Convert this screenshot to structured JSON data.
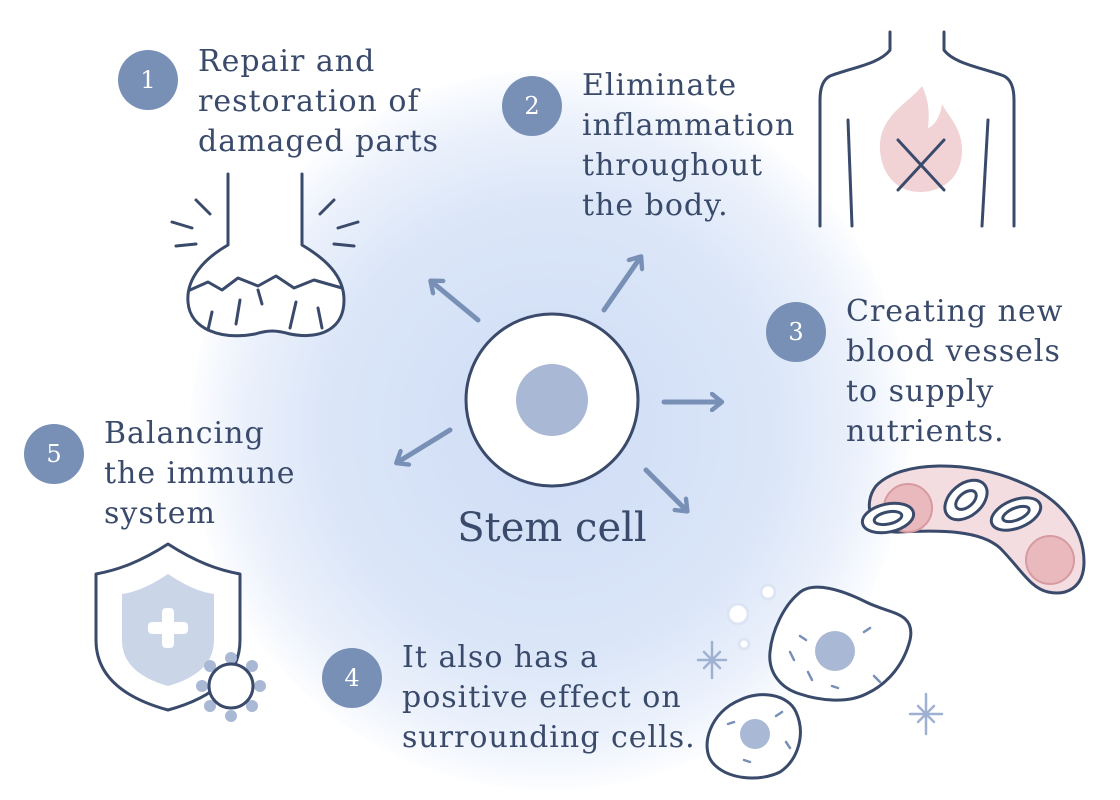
{
  "center": {
    "label": "Stem cell"
  },
  "effects": [
    {
      "number": "1",
      "lines": [
        "Repair and",
        "restoration of",
        "damaged parts"
      ],
      "icon": "damaged-bone-icon"
    },
    {
      "number": "2",
      "lines": [
        "Eliminate",
        "inflammation",
        "throughout",
        "the body."
      ],
      "icon": "torso-inflammation-icon"
    },
    {
      "number": "3",
      "lines": [
        "Creating new",
        "blood vessels",
        "to supply",
        "nutrients."
      ],
      "icon": "blood-vessel-icon"
    },
    {
      "number": "4",
      "lines": [
        "It also has a",
        "positive effect on",
        "surrounding cells."
      ],
      "icon": "surrounding-cells-icon"
    },
    {
      "number": "5",
      "lines": [
        "Balancing",
        "the immune",
        "system"
      ],
      "icon": "immune-shield-icon"
    }
  ],
  "colors": {
    "line": "#3a4a6b",
    "badge": "#7890b6",
    "arrow": "#7890b6",
    "glow": "#cfdcf5",
    "nucleus": "#a9b8d4",
    "inflammation": "#f1d3d6"
  }
}
